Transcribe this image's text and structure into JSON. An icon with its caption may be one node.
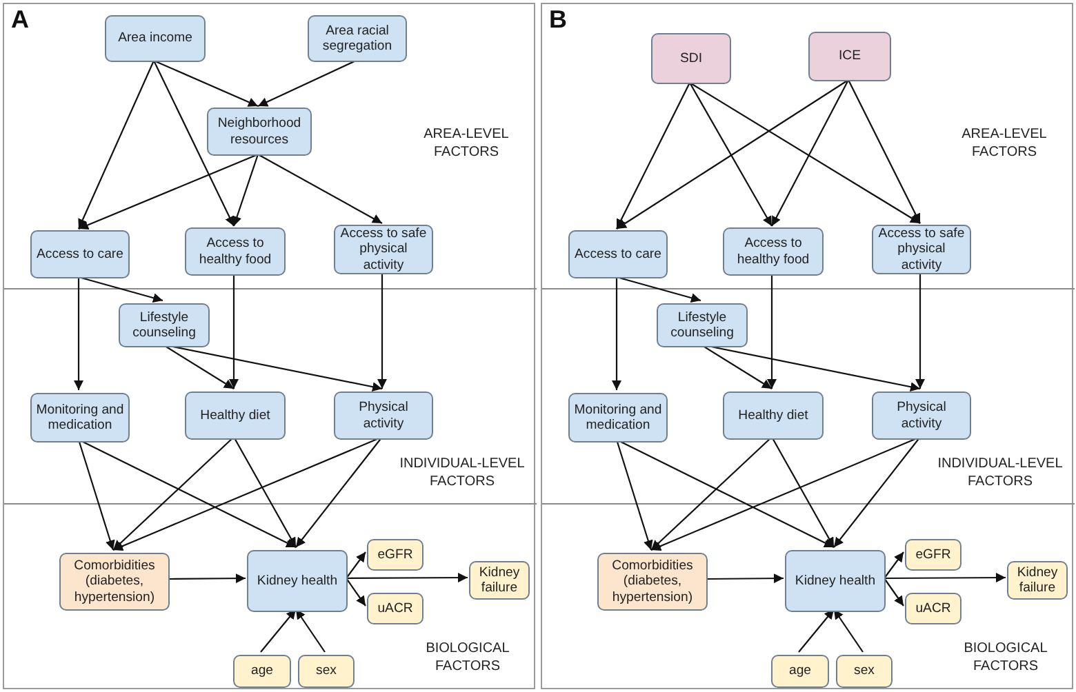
{
  "diagram": {
    "nodes": [
      {
        "text": [
          "A"
        ]
      },
      {
        "text": [
          "AREA-LEVEL FACTORS"
        ],
        "in": 0
      },
      {
        "text": [
          "Area income"
        ],
        "in": 1
      },
      {
        "text": [
          "Area racial segregation"
        ],
        "in": 1
      },
      {
        "text": [
          "Neighborhood resources"
        ],
        "in": 1
      },
      {
        "text": [
          "Access to care"
        ],
        "in": 1
      },
      {
        "text": [
          "Access to healthy food"
        ],
        "in": 1
      },
      {
        "text": [
          "Access to safe physical activity"
        ],
        "in": 1
      },
      {
        "text": [
          "INDIVIDUAL-LEVEL FACTORS"
        ],
        "in": 0
      },
      {
        "text": [
          "Lifestyle counseling"
        ],
        "in": 8
      },
      {
        "text": [
          "Monitoring and medication"
        ],
        "in": 8
      },
      {
        "text": [
          "Healthy diet"
        ],
        "in": 8
      },
      {
        "text": [
          "Physical activity"
        ],
        "in": 8
      },
      {
        "text": [
          "BIOLOGICAL FACTORS"
        ],
        "in": 0
      },
      {
        "text": [
          "Comorbidities (diabetes, hypertension)"
        ],
        "in": 13
      },
      {
        "text": [
          "Kidney health"
        ],
        "in": 13
      },
      {
        "text": [
          "eGFR"
        ],
        "in": 13
      },
      {
        "text": [
          "uACR"
        ],
        "in": 13
      },
      {
        "text": [
          "Kidney failure"
        ],
        "in": 13
      },
      {
        "text": [
          "age"
        ],
        "in": 13
      },
      {
        "text": [
          "sex"
        ],
        "in": 13
      },
      {
        "text": [
          "B"
        ]
      },
      {
        "text": [
          "AREA-LEVEL FACTORS"
        ],
        "in": 21
      },
      {
        "text": [
          "SDI"
        ],
        "in": 22
      },
      {
        "text": [
          "ICE"
        ],
        "in": 22
      },
      {
        "text": [
          "Access to care"
        ],
        "in": 22
      },
      {
        "text": [
          "Access to healthy food"
        ],
        "in": 22
      },
      {
        "text": [
          "Access to safe physical activity"
        ],
        "in": 22
      },
      {
        "text": [
          "INDIVIDUAL-LEVEL FACTORS"
        ],
        "in": 21
      },
      {
        "text": [
          "Lifestyle counseling"
        ],
        "in": 28
      },
      {
        "text": [
          "Monitoring and medication"
        ],
        "in": 28
      },
      {
        "text": [
          "Healthy diet"
        ],
        "in": 28
      },
      {
        "text": [
          "Physical activity"
        ],
        "in": 28
      },
      {
        "text": [
          "BIOLOGICAL FACTORS"
        ],
        "in": 21
      },
      {
        "text": [
          "Comorbidities (diabetes, hypertension)"
        ],
        "in": 33
      },
      {
        "text": [
          "Kidney health"
        ],
        "in": 33
      },
      {
        "text": [
          "eGFR"
        ],
        "in": 33
      },
      {
        "text": [
          "uACR"
        ],
        "in": 33
      },
      {
        "text": [
          "Kidney failure"
        ],
        "in": 33
      },
      {
        "text": [
          "age"
        ],
        "in": 33
      },
      {
        "text": [
          "sex"
        ],
        "in": 33
      }
    ],
    "edges": [
      {
        "from": 2,
        "to": 4,
        "arrow": "to"
      },
      {
        "from": 3,
        "to": 4,
        "arrow": "to"
      },
      {
        "from": 2,
        "to": 5,
        "arrow": "to"
      },
      {
        "from": 2,
        "to": 6,
        "arrow": "to"
      },
      {
        "from": 4,
        "to": 5,
        "arrow": "to"
      },
      {
        "from": 4,
        "to": 6,
        "arrow": "to"
      },
      {
        "from": 4,
        "to": 7,
        "arrow": "to"
      },
      {
        "from": 5,
        "to": 9,
        "arrow": "to"
      },
      {
        "from": 5,
        "to": 10,
        "arrow": "to"
      },
      {
        "from": 6,
        "to": 11,
        "arrow": "to"
      },
      {
        "from": 7,
        "to": 12,
        "arrow": "to"
      },
      {
        "from": 9,
        "to": 11,
        "arrow": "to"
      },
      {
        "from": 9,
        "to": 12,
        "arrow": "to"
      },
      {
        "from": 10,
        "to": 14,
        "arrow": "to"
      },
      {
        "from": 10,
        "to": 15,
        "arrow": "to"
      },
      {
        "from": 11,
        "to": 14,
        "arrow": "to"
      },
      {
        "from": 11,
        "to": 15,
        "arrow": "to"
      },
      {
        "from": 12,
        "to": 14,
        "arrow": "to"
      },
      {
        "from": 12,
        "to": 15,
        "arrow": "to"
      },
      {
        "from": 14,
        "to": 15,
        "arrow": "to"
      },
      {
        "from": 15,
        "to": 16,
        "arrow": "to"
      },
      {
        "from": 15,
        "to": 17,
        "arrow": "to"
      },
      {
        "from": 15,
        "to": 18,
        "arrow": "to"
      },
      {
        "from": 19,
        "to": 15,
        "arrow": "to"
      },
      {
        "from": 20,
        "to": 15,
        "arrow": "to"
      },
      {
        "from": 23,
        "to": 25,
        "arrow": "to"
      },
      {
        "from": 23,
        "to": 26,
        "arrow": "to"
      },
      {
        "from": 23,
        "to": 27,
        "arrow": "to"
      },
      {
        "from": 24,
        "to": 25,
        "arrow": "to"
      },
      {
        "from": 24,
        "to": 26,
        "arrow": "to"
      },
      {
        "from": 24,
        "to": 27,
        "arrow": "to"
      },
      {
        "from": 25,
        "to": 29,
        "arrow": "to"
      },
      {
        "from": 25,
        "to": 30,
        "arrow": "to"
      },
      {
        "from": 26,
        "to": 31,
        "arrow": "to"
      },
      {
        "from": 27,
        "to": 32,
        "arrow": "to"
      },
      {
        "from": 29,
        "to": 31,
        "arrow": "to"
      },
      {
        "from": 29,
        "to": 32,
        "arrow": "to"
      },
      {
        "from": 30,
        "to": 34,
        "arrow": "to"
      },
      {
        "from": 30,
        "to": 35,
        "arrow": "to"
      },
      {
        "from": 31,
        "to": 34,
        "arrow": "to"
      },
      {
        "from": 31,
        "to": 35,
        "arrow": "to"
      },
      {
        "from": 32,
        "to": 34,
        "arrow": "to"
      },
      {
        "from": 32,
        "to": 35,
        "arrow": "to"
      },
      {
        "from": 34,
        "to": 35,
        "arrow": "to"
      },
      {
        "from": 35,
        "to": 36,
        "arrow": "to"
      },
      {
        "from": 35,
        "to": 37,
        "arrow": "to"
      },
      {
        "from": 35,
        "to": 38,
        "arrow": "to"
      },
      {
        "from": 39,
        "to": 35,
        "arrow": "to"
      },
      {
        "from": 40,
        "to": 35,
        "arrow": "to"
      }
    ]
  }
}
